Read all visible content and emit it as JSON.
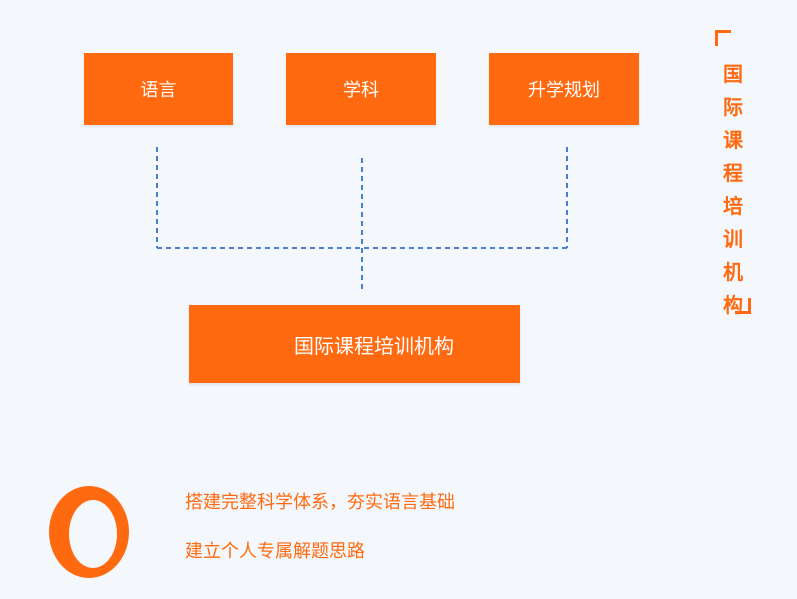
{
  "colors": {
    "accent": "#ff6a10",
    "connector": "#4a7fd0",
    "background": "#f4f8fc"
  },
  "diagram": {
    "top_nodes": [
      {
        "id": "lang",
        "label": "语言"
      },
      {
        "id": "subj",
        "label": "学科"
      },
      {
        "id": "plan",
        "label": "升学规划"
      }
    ],
    "center_node": {
      "label": "国际课程培训机构"
    },
    "vertical_title": [
      "国",
      "际",
      "课",
      "程",
      "培",
      "训",
      "机",
      "构"
    ]
  },
  "slogans": [
    "搭建完整科学体系，夯实语言基础",
    "建立个人专属解题思路"
  ],
  "logo": {
    "icon": "ring-logo-icon"
  }
}
